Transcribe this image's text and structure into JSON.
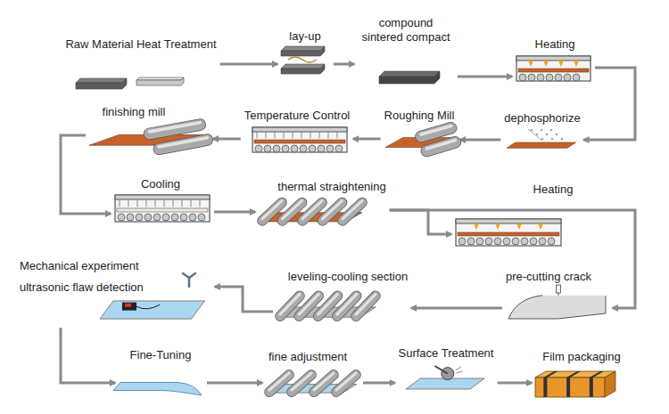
{
  "diagram": {
    "nodes": [
      {
        "text": [
          "Raw Material Heat Treatment"
        ]
      },
      {
        "text": [
          "lay-up"
        ]
      },
      {
        "text": [
          "compound sintered compact"
        ]
      },
      {
        "text": [
          "Heating"
        ]
      },
      {
        "text": [
          "dephosphorize"
        ]
      },
      {
        "text": [
          "Roughing Mill"
        ]
      },
      {
        "text": [
          "Temperature Control"
        ]
      },
      {
        "text": [
          "finishing mill"
        ]
      },
      {
        "text": [
          "Cooling"
        ]
      },
      {
        "text": [
          "thermal straightening"
        ]
      },
      {
        "text": [
          "Heating"
        ]
      },
      {
        "text": [
          "pre-cutting crack"
        ]
      },
      {
        "text": [
          "leveling-cooling section"
        ]
      },
      {
        "text": [
          "Mechanical experiment",
          "ultrasonic flaw detection"
        ]
      },
      {
        "text": [
          "Fine-Tuning"
        ]
      },
      {
        "text": [
          "fine adjustment"
        ]
      },
      {
        "text": [
          "Surface Treatment"
        ]
      },
      {
        "text": [
          "Film packaging"
        ]
      }
    ],
    "edges": [
      {
        "from": 0,
        "to": 1,
        "arrow": "to"
      },
      {
        "from": 1,
        "to": 2,
        "arrow": "to"
      },
      {
        "from": 2,
        "to": 3,
        "arrow": "to"
      },
      {
        "from": 3,
        "to": 4,
        "arrow": "to"
      },
      {
        "from": 4,
        "to": 5,
        "arrow": "to"
      },
      {
        "from": 5,
        "to": 6,
        "arrow": "to"
      },
      {
        "from": 6,
        "to": 7,
        "arrow": "to"
      },
      {
        "from": 7,
        "to": 8,
        "arrow": "to"
      },
      {
        "from": 8,
        "to": 9,
        "arrow": "to"
      },
      {
        "from": 9,
        "to": 10,
        "arrow": "to"
      },
      {
        "from": 9,
        "to": 11,
        "arrow": "to"
      },
      {
        "from": 11,
        "to": 12,
        "arrow": "to"
      },
      {
        "from": 12,
        "to": 13,
        "arrow": "to"
      },
      {
        "from": 13,
        "to": 14,
        "arrow": "to"
      },
      {
        "from": 14,
        "to": 15,
        "arrow": "to"
      },
      {
        "from": 15,
        "to": 16,
        "arrow": "to"
      },
      {
        "from": 16,
        "to": 17,
        "arrow": "to"
      }
    ]
  }
}
